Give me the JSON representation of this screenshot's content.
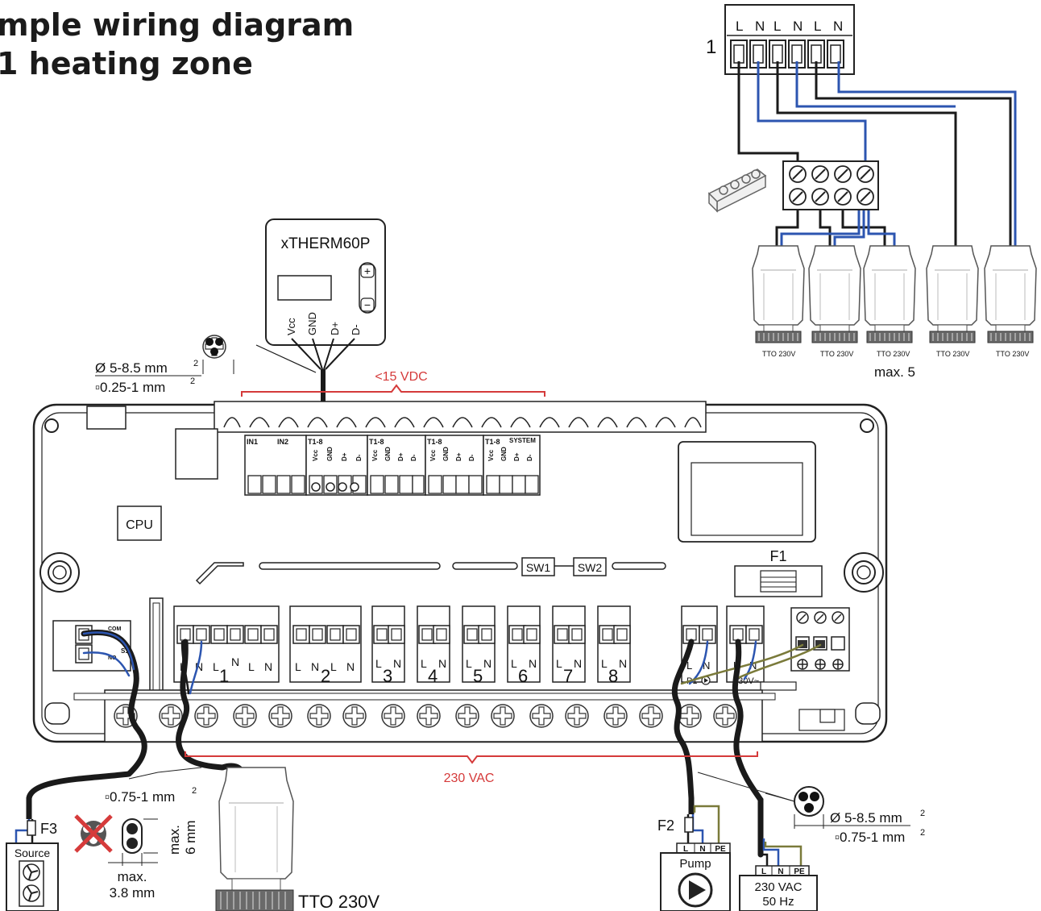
{
  "title": {
    "line1": "mple wiring diagram",
    "line2": "1 heating zone"
  },
  "controller": {
    "name": "xTHERM60P",
    "plus": "+",
    "minus": "−",
    "pins": [
      "Vcc",
      "GND",
      "D+",
      "D-"
    ]
  },
  "cable_spec_top": {
    "diameter": "Ø 5-8.5 mm",
    "section": "▫0.25-1 mm",
    "sup": "2"
  },
  "cable_spec_left": {
    "section": "▫0.75-1 mm",
    "sup": "2"
  },
  "cable_spec_right": {
    "diameter": "Ø 5-8.5 mm",
    "section": "▫0.75-1 mm",
    "sup": "2"
  },
  "voltage_low": "<15 VDC",
  "voltage_high": "230 VAC",
  "board": {
    "cpu": "CPU",
    "sw1": "SW1",
    "sw2": "SW2",
    "f1": "F1",
    "in1": "IN1",
    "in2": "IN2",
    "t_group": "T1-8",
    "system": "SYSTEM",
    "bus_pins": [
      "Vcc",
      "GND",
      "D+",
      "D-"
    ],
    "s1_com": "COM",
    "s1": "S1",
    "s1_no": "NO",
    "pump_label": "P1",
    "supply_label": "230V~"
  },
  "zones": [
    "1",
    "2",
    "3",
    "4",
    "5",
    "6",
    "7",
    "8"
  ],
  "terminal_letters": {
    "l": "L",
    "n": "N"
  },
  "top_connector": {
    "number": "1",
    "labels": [
      "L",
      "N",
      "L",
      "N",
      "L",
      "N"
    ]
  },
  "actuators": {
    "label": "TTO 230V",
    "max": "max. 5"
  },
  "fuses": {
    "f2": "F2",
    "f3": "F3"
  },
  "source": {
    "label": "Source"
  },
  "pump": {
    "label": "Pump",
    "terminals": [
      "L",
      "N",
      "PE"
    ]
  },
  "supply": {
    "line1": "230 VAC",
    "line2": "50 Hz",
    "terminals": [
      "L",
      "N",
      "PE"
    ]
  },
  "strip_note": {
    "width": "max.",
    "width_value": "3.8 mm",
    "height": "max.",
    "height_value": "6 mm"
  },
  "colors": {
    "wire_blue": "#2c55b0",
    "wire_brown": "#1a1a1a",
    "wire_earth": "#7a7a3a",
    "annotation_red": "#d53a3a",
    "cross_red": "#d63b3b"
  }
}
